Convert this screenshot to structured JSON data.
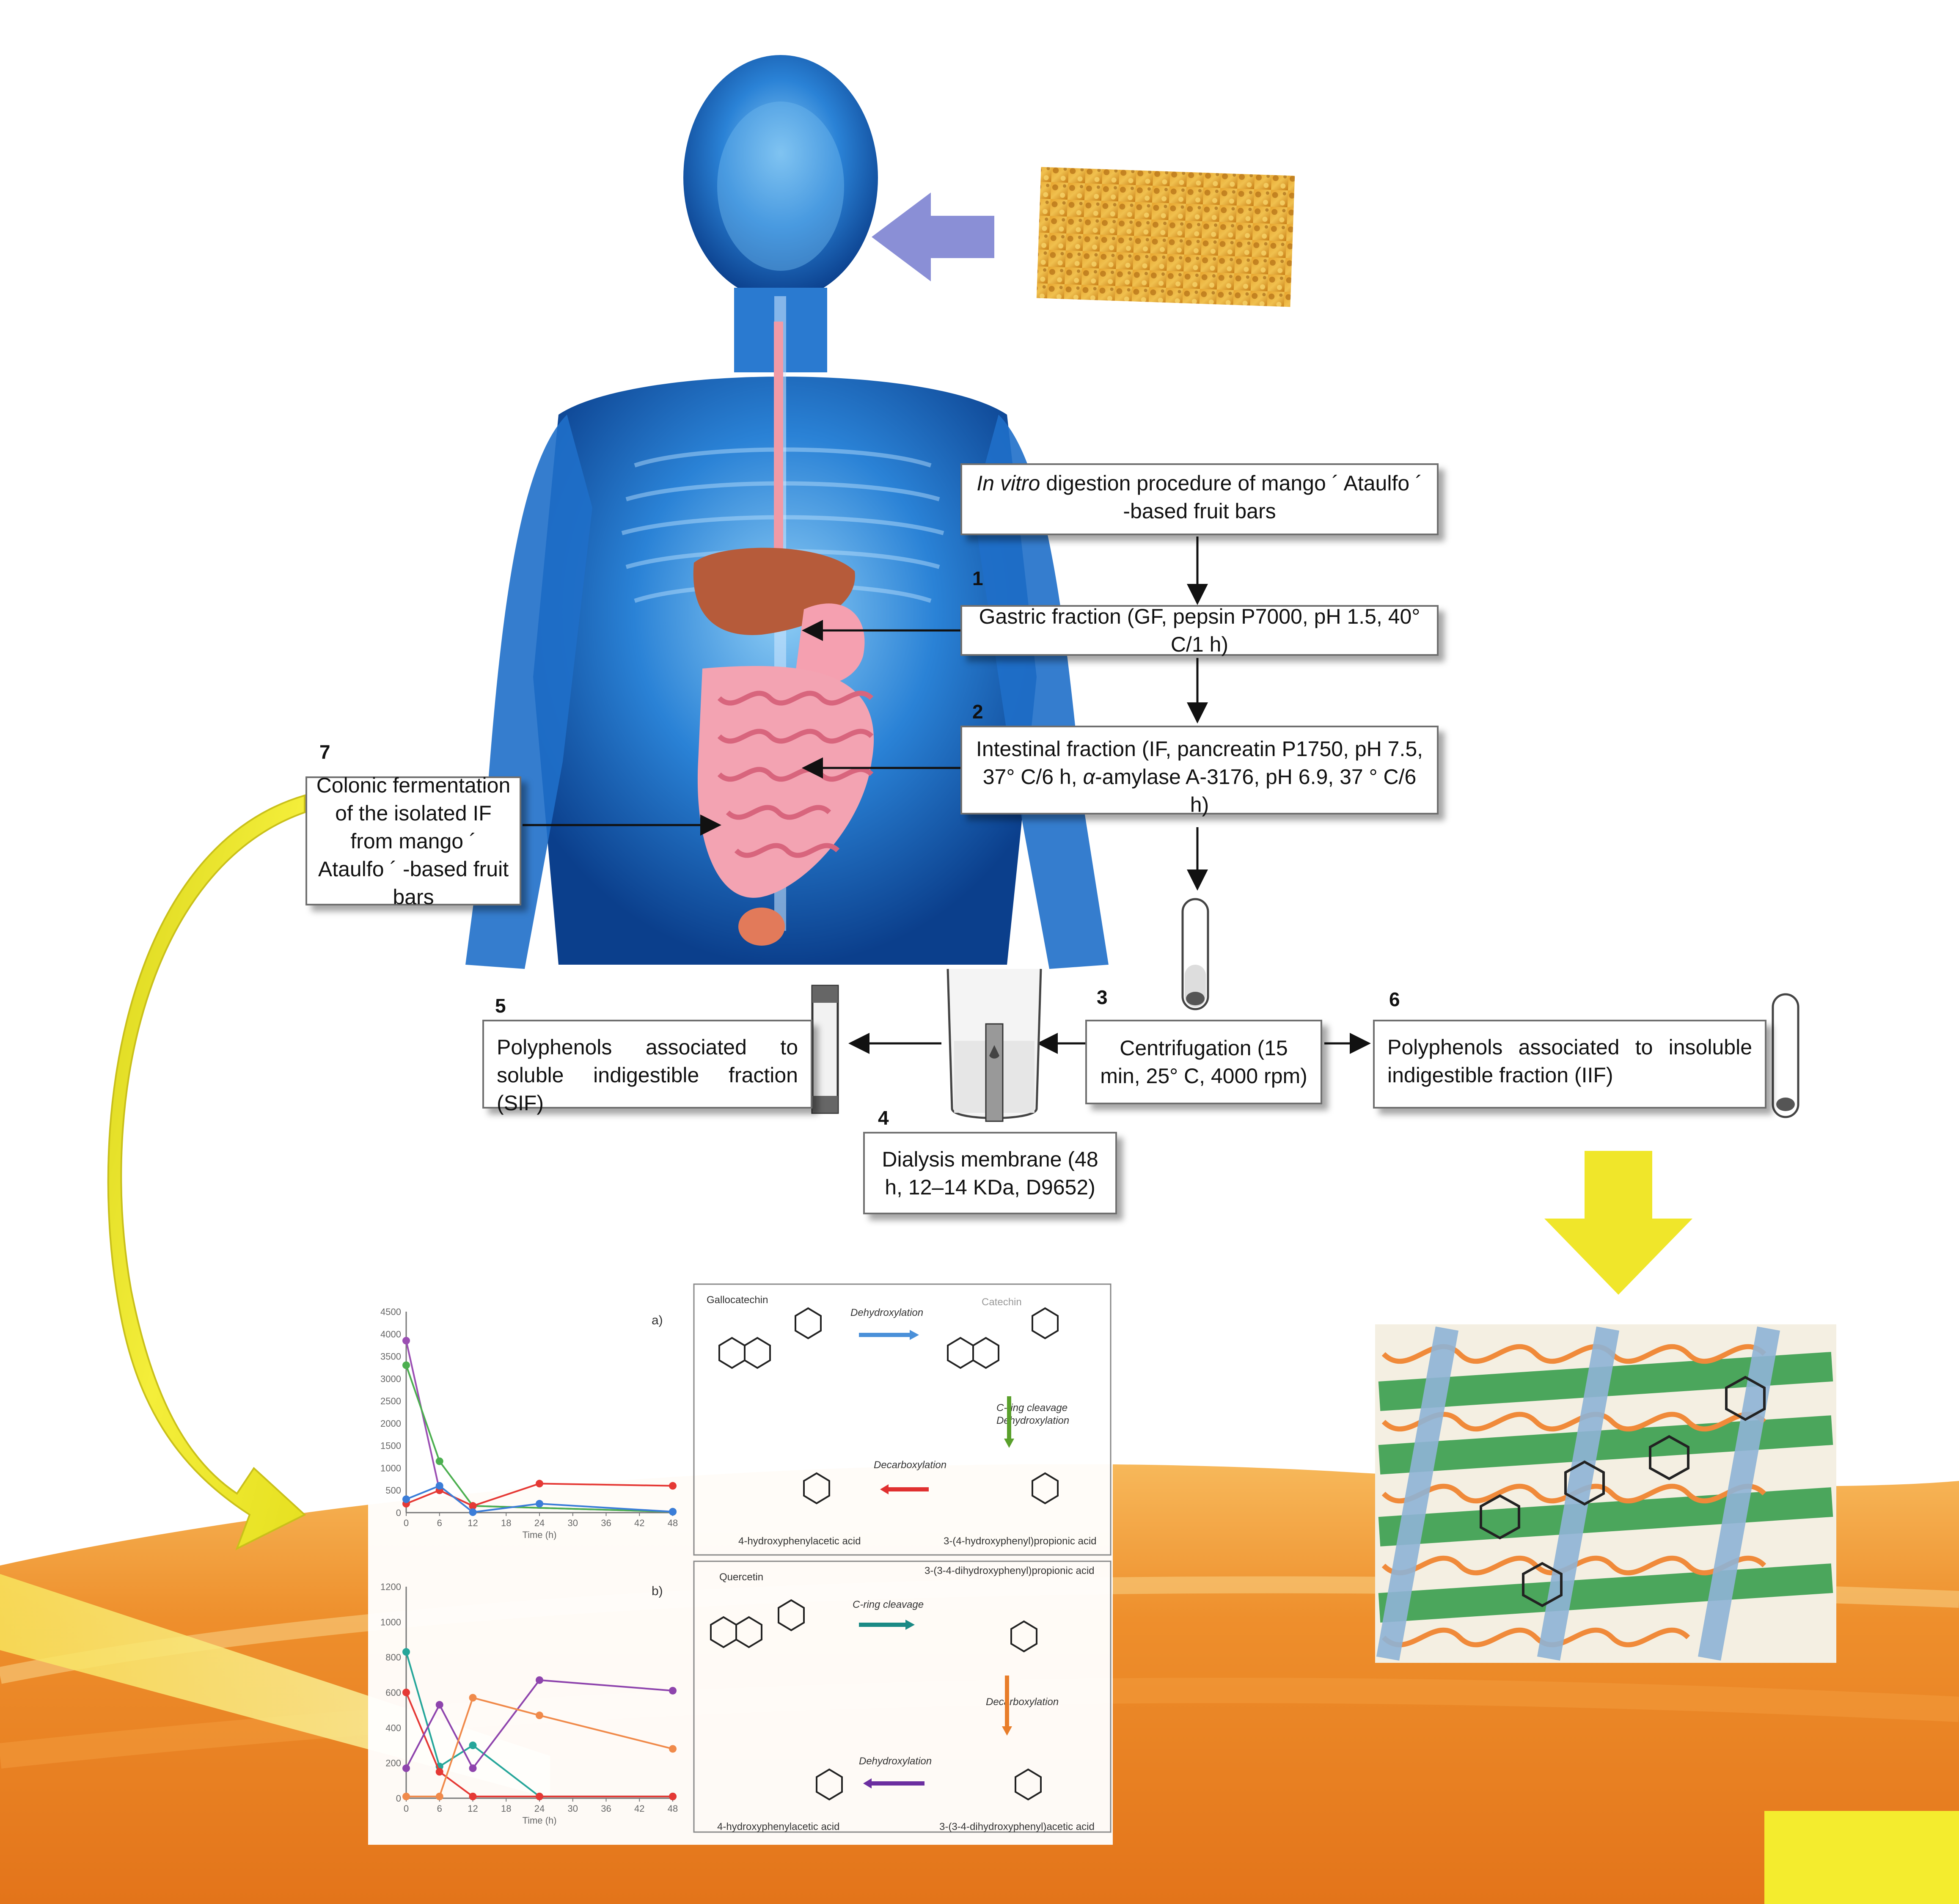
{
  "flow": {
    "title_italic": "In vitro",
    "title_rest": " digestion procedure of mango ´ Ataulfo ´ -based fruit bars",
    "steps": [
      {
        "num": "1",
        "label": "Gastric fraction (GF, pepsin P7000, pH 1.5, 40° C/1 h)"
      },
      {
        "num": "2",
        "label_a": "Intestinal fraction (IF, pancreatin P1750, pH 7.5, 37° C/6 h, ",
        "label_alpha": "α",
        "label_b": "-amylase A-3176, pH 6.9, 37 ° C/6 h)"
      },
      {
        "num": "3",
        "label": "Centrifugation (15 min, 25° C, 4000 rpm)"
      },
      {
        "num": "4",
        "label": "Dialysis membrane (48 h, 12–14 KDa, D9652)"
      },
      {
        "num": "5",
        "label": "Polyphenols associated to soluble indigestible fraction (SIF)"
      },
      {
        "num": "6",
        "label": "Polyphenols associated to insoluble indigestible fraction (IIF)"
      },
      {
        "num": "7",
        "label": "Colonic fermentation of the isolated IF from mango ´ Ataulfo ´ -based fruit bars"
      }
    ]
  },
  "charts": {
    "chart_data": [
      {
        "type": "line",
        "panel_label": "a)",
        "xlabel": "Time (h)",
        "x": [
          0,
          6,
          12,
          24,
          48
        ],
        "xticks": [
          0,
          6,
          12,
          18,
          24,
          30,
          36,
          42,
          48
        ],
        "yticks": [
          0,
          500,
          1000,
          1500,
          2000,
          2500,
          3000,
          3500,
          4000,
          4500
        ],
        "ylim": [
          0,
          4500
        ],
        "series": [
          {
            "color": "#9b4fb3",
            "values": [
              3850,
              500,
              150,
              null,
              20
            ]
          },
          {
            "color": "#4caf50",
            "values": [
              3300,
              1150,
              150,
              null,
              20
            ]
          },
          {
            "color": "#e53935",
            "values": [
              200,
              500,
              150,
              650,
              600
            ]
          },
          {
            "color": "#3b7dd8",
            "values": [
              300,
              600,
              10,
              200,
              20
            ]
          }
        ]
      },
      {
        "type": "line",
        "panel_label": "b)",
        "xlabel": "Time (h)",
        "x": [
          0,
          6,
          12,
          24,
          48
        ],
        "xticks": [
          0,
          6,
          12,
          18,
          24,
          30,
          36,
          42,
          48
        ],
        "yticks": [
          0,
          200,
          400,
          600,
          800,
          1000,
          1200
        ],
        "ylim": [
          0,
          1200
        ],
        "series": [
          {
            "color": "#26a69a",
            "values": [
              830,
              180,
              300,
              10,
              10
            ]
          },
          {
            "color": "#e53935",
            "values": [
              600,
              150,
              10,
              10,
              10
            ]
          },
          {
            "color": "#8e44ad",
            "values": [
              170,
              530,
              170,
              670,
              610
            ]
          },
          {
            "color": "#f08a4b",
            "values": [
              10,
              10,
              570,
              470,
              280
            ]
          }
        ]
      }
    ]
  },
  "pathways": {
    "a": {
      "start": "Gallocatechin",
      "step1": "Dehydroxylation",
      "mid": "Catechin",
      "step2a": "C-ring cleavage",
      "step2b": "Dehydroxylation",
      "mid2": "3-(4-hydroxyphenyl)propionic acid",
      "step3": "Decarboxylation",
      "end": "4-hydroxyphenylacetic acid",
      "colors": {
        "step1": "#4a90d9",
        "step2": "#5aa02c",
        "step3": "#e03030"
      }
    },
    "b": {
      "start": "Quercetin",
      "step1": "C-ring cleavage",
      "mid": "3-(3-4-dihydroxyphenyl)propionic acid",
      "step2": "Decarboxylation",
      "mid2": "3-(3-4-dihydroxyphenyl)acetic acid",
      "step3": "Dehydroxylation",
      "end": "4-hydroxyphenylacetic acid",
      "colors": {
        "step1": "#1a8a85",
        "step2": "#e87d2a",
        "step3": "#6b2ea0"
      }
    }
  },
  "colors": {
    "orange_band": "#e87a1e",
    "yellow_arrow": "#e9e21c",
    "purple_arrow": "#8a8fd6",
    "body_blue": "#1f6fc9"
  }
}
